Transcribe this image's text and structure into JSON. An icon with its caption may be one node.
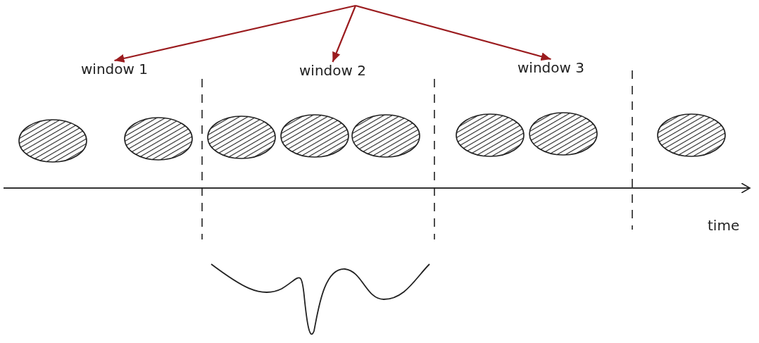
{
  "diagram": {
    "nodes": [
      {
        "text": [
          "window 1"
        ]
      },
      {
        "text": [
          "window 2"
        ]
      },
      {
        "text": [
          "window 3"
        ]
      },
      {
        "text": [],
        "shape": "ellipse"
      },
      {
        "text": [],
        "shape": "ellipse"
      },
      {
        "text": [],
        "shape": "ellipse"
      },
      {
        "text": [],
        "shape": "ellipse"
      },
      {
        "text": [],
        "shape": "ellipse"
      },
      {
        "text": [],
        "shape": "ellipse"
      },
      {
        "text": [],
        "shape": "ellipse"
      },
      {
        "text": [],
        "shape": "ellipse"
      }
    ],
    "edges": [
      {
        "from": null,
        "to": 0,
        "arrow": "to",
        "color": "#9b1c1f"
      },
      {
        "from": null,
        "to": 1,
        "arrow": "to",
        "color": "#9b1c1f"
      },
      {
        "from": null,
        "to": 2,
        "arrow": "to",
        "color": "#9b1c1f"
      }
    ],
    "labels": [
      "time"
    ]
  }
}
